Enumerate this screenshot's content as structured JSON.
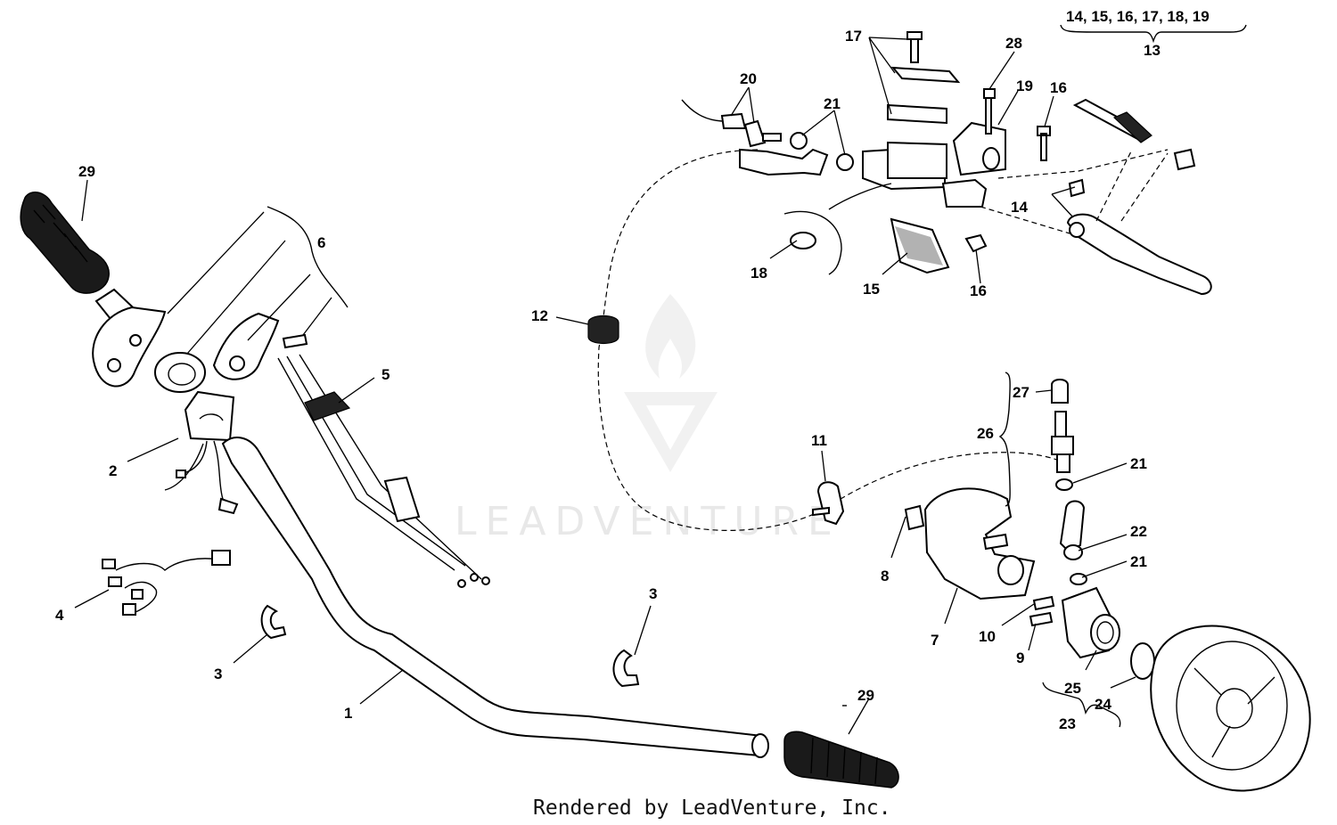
{
  "diagram": {
    "callouts": {
      "c1": "1",
      "c2": "2",
      "c3a": "3",
      "c3b": "3",
      "c4": "4",
      "c5": "5",
      "c6": "6",
      "c7": "7",
      "c8": "8",
      "c9": "9",
      "c10": "10",
      "c11": "11",
      "c12": "12",
      "c13": "13",
      "c14": "14",
      "c15": "15",
      "c16a": "16",
      "c16b": "16",
      "c17": "17",
      "c18": "18",
      "c19": "19",
      "c20": "20",
      "c21a": "21",
      "c21b": "21",
      "c21c": "21",
      "c22": "22",
      "c23": "23",
      "c24": "24",
      "c25": "25",
      "c26": "26",
      "c27": "27",
      "c28": "28",
      "c29a": "29",
      "c29b": "29"
    },
    "group_header": "14, 15, 16, 17, 18, 19",
    "watermark": "LEADVENTURE",
    "credit": "Rendered by LeadVenture, Inc."
  }
}
